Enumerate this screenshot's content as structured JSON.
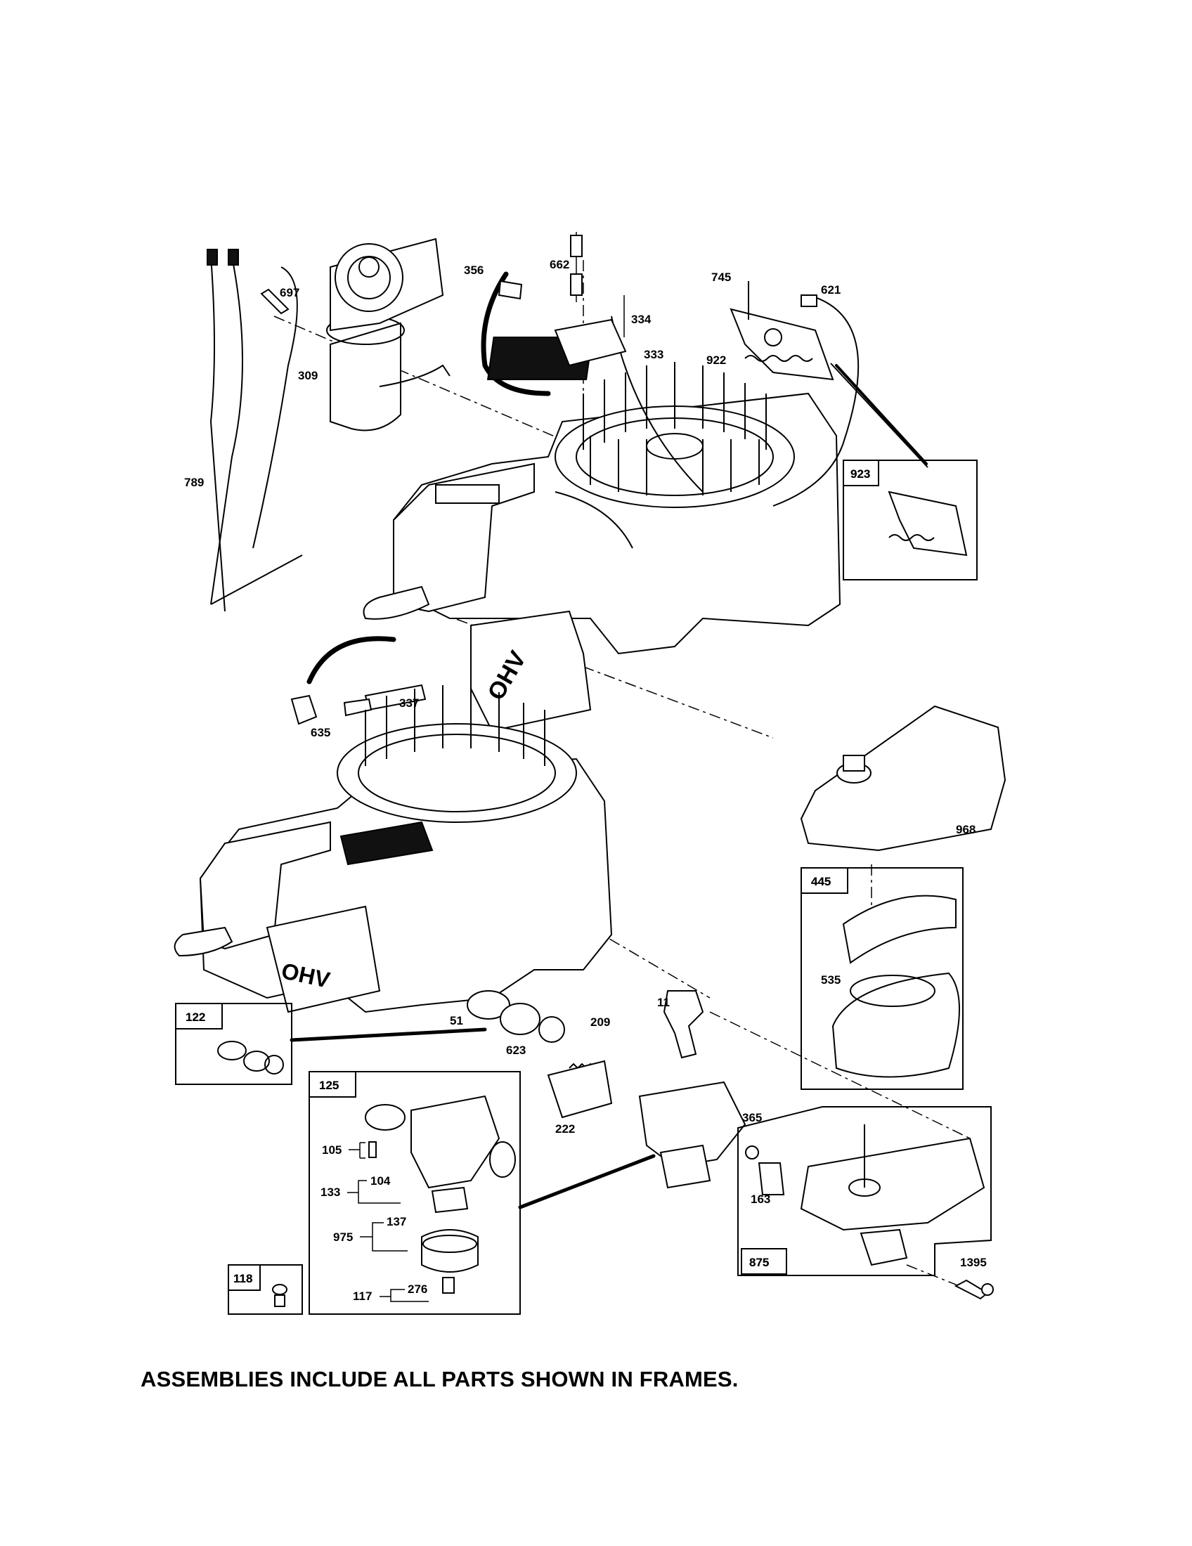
{
  "footer_note": "ASSEMBLIES INCLUDE ALL PARTS SHOWN IN FRAMES.",
  "engine_logo": "OHV",
  "parts": [
    "697",
    "309",
    "356",
    "662",
    "334",
    "333",
    "745",
    "621",
    "922",
    "789",
    "923",
    "337",
    "635",
    "968",
    "445",
    "535",
    "51",
    "11",
    "209",
    "623",
    "122",
    "222",
    "365",
    "125",
    "105",
    "104",
    "133",
    "137",
    "975",
    "276",
    "117",
    "118",
    "163",
    "875",
    "1395"
  ],
  "frames": [
    "923",
    "445",
    "122",
    "125",
    "118",
    "875"
  ]
}
